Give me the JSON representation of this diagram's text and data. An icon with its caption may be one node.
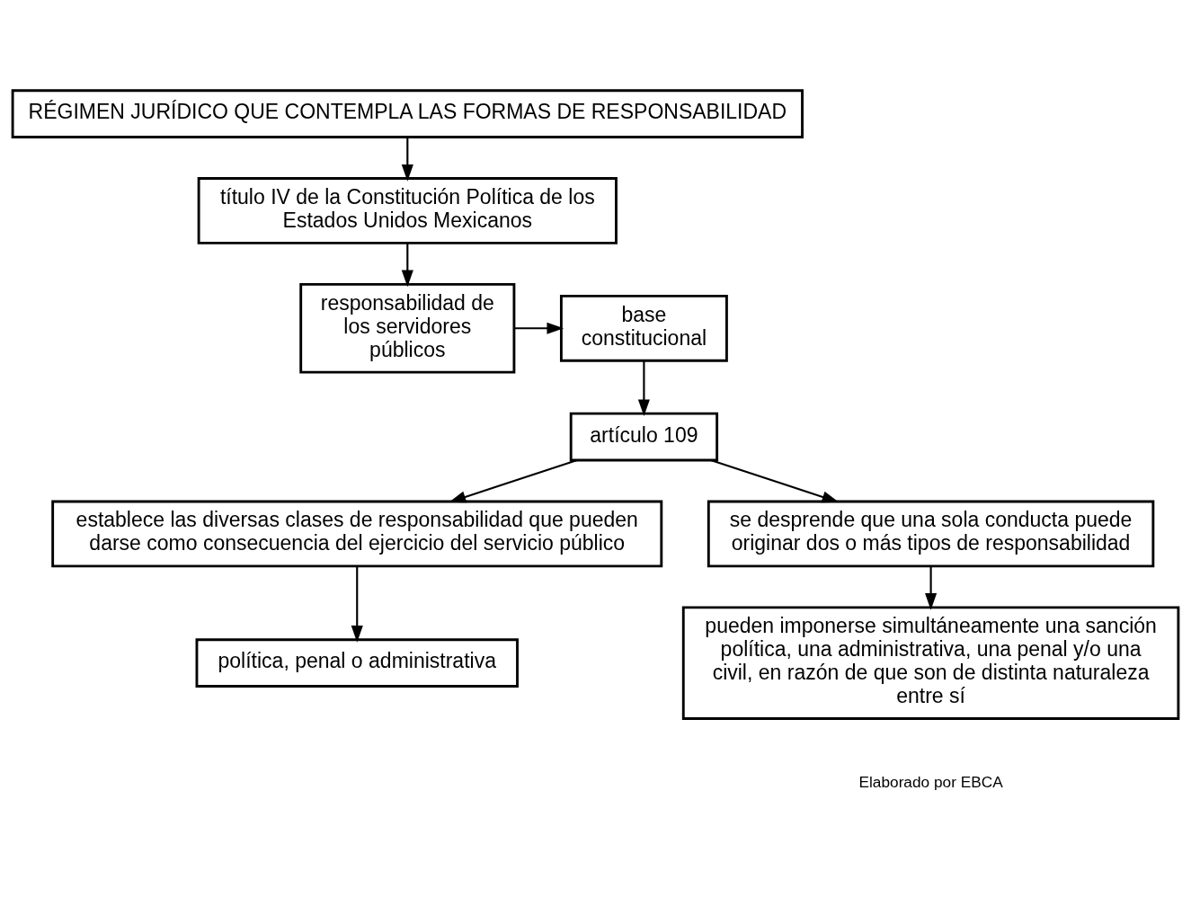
{
  "diagram": {
    "nodes": [
      {
        "text": [
          "RÉGIMEN JURÍDICO QUE CONTEMPLA LAS FORMAS DE RESPONSABILIDAD"
        ]
      },
      {
        "text": [
          "título IV de la Constitución Política de los Estados Unidos Mexicanos"
        ]
      },
      {
        "text": [
          "responsabilidad de los servidores públicos"
        ]
      },
      {
        "text": [
          "base constitucional"
        ]
      },
      {
        "text": [
          "artículo 109"
        ]
      },
      {
        "text": [
          "establece las diversas clases de responsabilidad que pueden darse como consecuencia del ejercicio del servicio público"
        ]
      },
      {
        "text": [
          "política, penal o administrativa"
        ]
      },
      {
        "text": [
          "se desprende que una sola conducta puede originar dos o más tipos de responsabilidad"
        ]
      },
      {
        "text": [
          "pueden imponerse simultáneamente una sanción política, una administrativa, una penal y/o una civil, en razón de que son de distinta naturaleza entre sí"
        ]
      }
    ],
    "edges": [
      {
        "from": 0,
        "to": 1,
        "arrow": "to"
      },
      {
        "from": 1,
        "to": 2,
        "arrow": "to"
      },
      {
        "from": 2,
        "to": 3,
        "arrow": "to"
      },
      {
        "from": 3,
        "to": 4,
        "arrow": "to"
      },
      {
        "from": 4,
        "to": 5,
        "arrow": "to"
      },
      {
        "from": 4,
        "to": 7,
        "arrow": "to"
      },
      {
        "from": 5,
        "to": 6,
        "arrow": "to"
      },
      {
        "from": 7,
        "to": 8,
        "arrow": "to"
      }
    ],
    "labels": [
      "Elaborado por EBCA"
    ]
  }
}
